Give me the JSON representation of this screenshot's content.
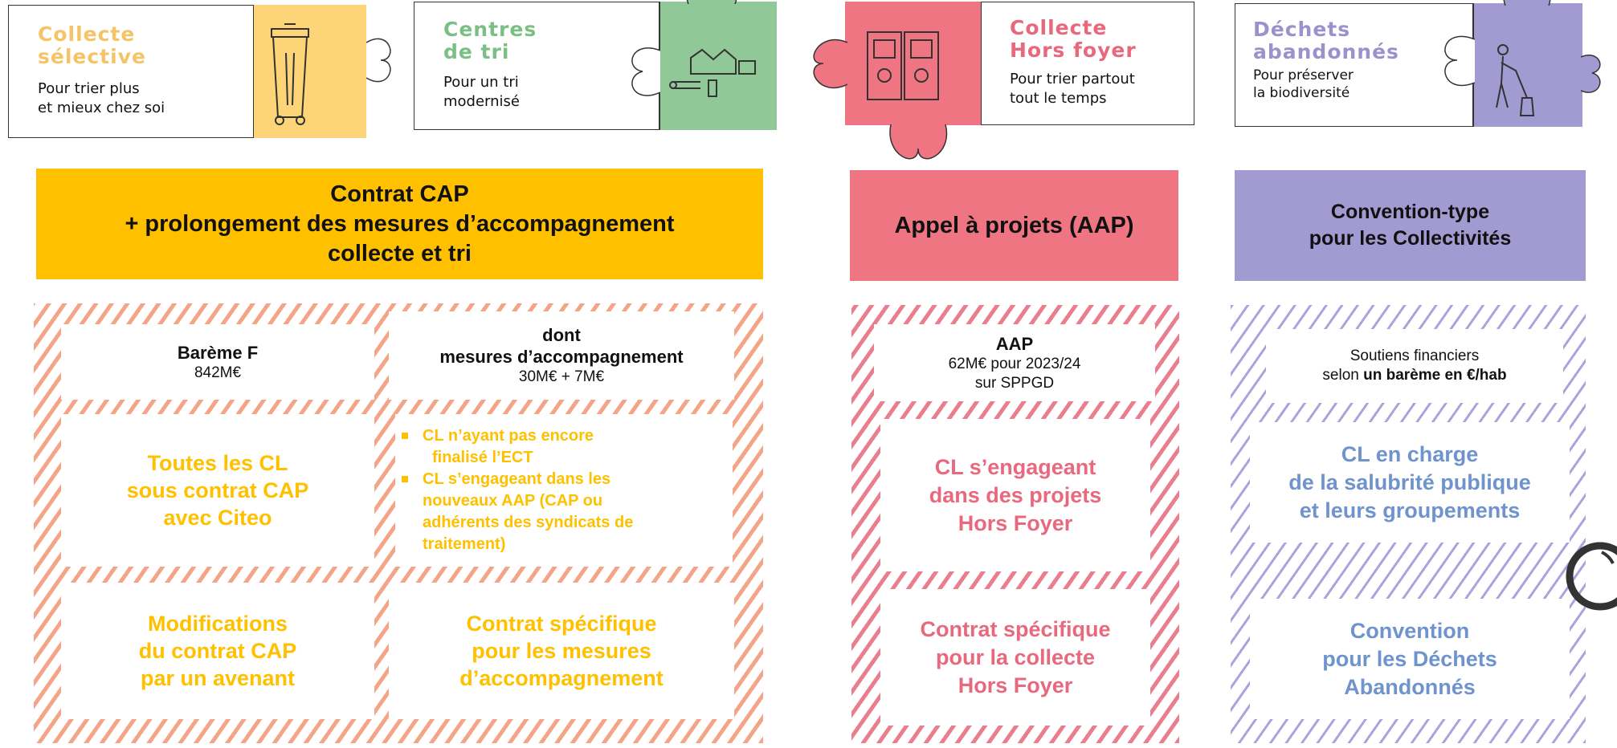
{
  "header_cards": [
    {
      "title": "Collecte sélective",
      "title_lines": [
        "Collecte",
        "sélective"
      ],
      "subtitle_lines": [
        "Pour trier plus",
        "et mieux chez soi"
      ],
      "color": "#fdd478",
      "icon": "trash-bin-icon"
    },
    {
      "title": "Centres de tri",
      "title_lines": [
        "Centres",
        "de tri"
      ],
      "subtitle_lines": [
        "Pour un tri",
        "modernisé"
      ],
      "color": "#90c898",
      "icon": "sorting-factory-icon"
    },
    {
      "title": "Collecte Hors foyer",
      "title_lines": [
        "Collecte",
        "Hors foyer"
      ],
      "subtitle_lines": [
        "Pour trier partout",
        "tout le temps"
      ],
      "color": "#ef7583",
      "icon": "recycling-station-icon"
    },
    {
      "title": "Déchets abandonnés",
      "title_lines": [
        "Déchets",
        "abandonnés"
      ],
      "subtitle_lines": [
        "Pour préserver",
        "la biodiversité"
      ],
      "color": "#a29bd1",
      "icon": "street-sweeper-icon"
    }
  ],
  "banners": {
    "contrat_cap": [
      "Contrat CAP",
      "+ prolongement des mesures d’accompagnement",
      "collecte et tri"
    ],
    "aap": [
      "Appel à projets (AAP)"
    ],
    "convention": [
      "Convention-type",
      "pour les Collectivités"
    ]
  },
  "section_collecte": {
    "bareme_title": "Barème F",
    "bareme_value": "842M€",
    "mesures_title_1": "dont",
    "mesures_title_2": "mesures d’accompagnement",
    "mesures_value": "30M€ + 7M€",
    "toutes_cl": [
      "Toutes les CL",
      "sous contrat CAP",
      "avec Citeo"
    ],
    "bullets": [
      [
        "CL n’ayant pas encore",
        "finalisé l’ECT"
      ],
      [
        "CL s’engageant dans les",
        "nouveaux  AAP (CAP ou",
        "adhérents des syndicats de",
        "traitement)"
      ]
    ],
    "modifications": [
      "Modifications",
      "du contrat CAP",
      "par un avenant"
    ],
    "contrat_specifique": [
      "Contrat spécifique",
      "pour les mesures",
      "d’accompagnement"
    ]
  },
  "section_hors_foyer": {
    "aap_title": "AAP",
    "aap_line1": "62M€ pour 2023/24",
    "aap_line2": "sur SPPGD",
    "cl_engageant": [
      "CL s’engageant",
      "dans des projets",
      "Hors Foyer"
    ],
    "contrat": [
      "Contrat spécifique",
      "pour la collecte",
      "Hors Foyer"
    ]
  },
  "section_abandonnes": {
    "soutiens_line1": "Soutiens financiers",
    "soutiens_pre": "selon ",
    "soutiens_bold": "un barème en €/hab",
    "cl_charge": [
      "CL en charge",
      "de la salubrité publique",
      "et leurs groupements"
    ],
    "convention": [
      "Convention",
      "pour les Déchets",
      "Abandonnés"
    ]
  },
  "colors": {
    "yellow": "#ffc000",
    "pink": "#e8697d",
    "purple": "#a29bd1",
    "blue_text": "#6f93cc",
    "orange_hatch": "#f4a587"
  },
  "decor": {
    "magnifier_icon": "magnifier-icon"
  }
}
